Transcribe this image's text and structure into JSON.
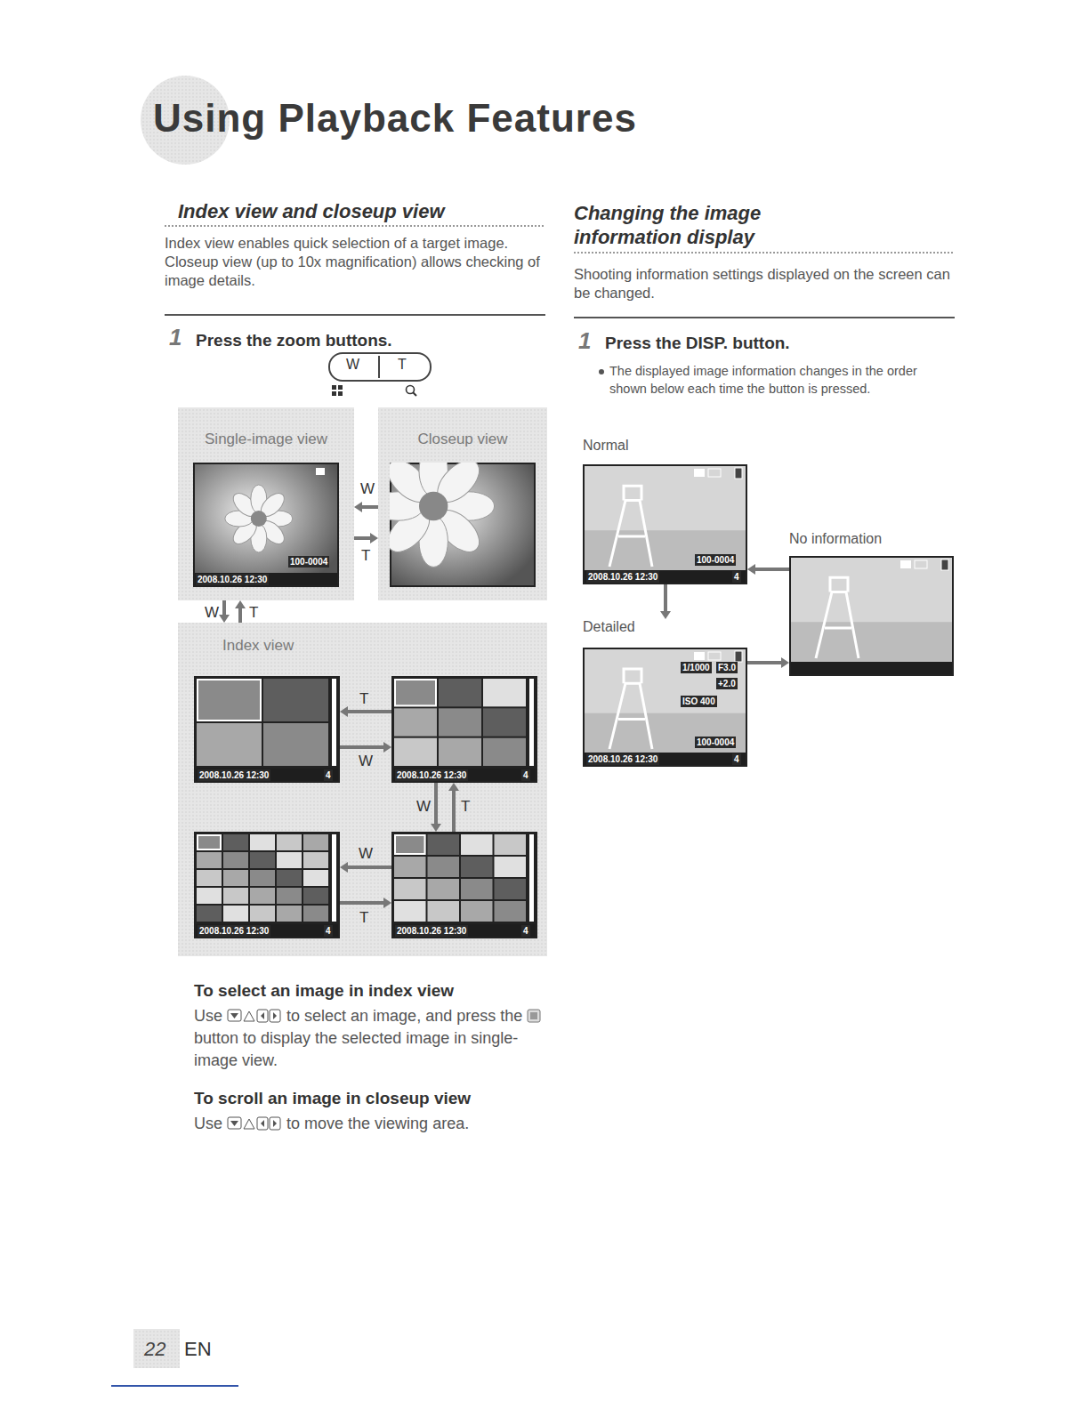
{
  "diagram": {
    "title": "Using Playback Features",
    "nodes": [
      {
        "text": [
          "Single-image view",
          "2008.10.26 12:30",
          "100-0004"
        ]
      },
      {
        "text": [
          "Closeup view"
        ]
      },
      {
        "text": [
          "Index view"
        ]
      },
      {
        "text": [
          "2008.10.26 12:30",
          "4"
        ],
        "in": 2
      },
      {
        "text": [
          "2008.10.26 12:30",
          "4"
        ],
        "in": 2
      },
      {
        "text": [
          "2008.10.26 12:30",
          "4"
        ],
        "in": 2
      },
      {
        "text": [
          "2008.10.26 12:30",
          "4"
        ],
        "in": 2
      },
      {
        "text": [
          "Normal",
          "2008.10.26 12:30",
          "100-0004",
          "4"
        ]
      },
      {
        "text": [
          "Detailed",
          "1/1000",
          "F3.0",
          "+2.0",
          "ISO 400",
          "100-0004",
          "2008.10.26 12:30",
          "4"
        ]
      },
      {
        "text": [
          "No information"
        ]
      }
    ],
    "edges": [
      {
        "from": 1,
        "to": 0,
        "label": "W",
        "arrow": "to"
      },
      {
        "from": 0,
        "to": 1,
        "label": "T",
        "arrow": "to"
      },
      {
        "from": 0,
        "to": 2,
        "label": "W",
        "arrow": "to"
      },
      {
        "from": 2,
        "to": 0,
        "label": "T",
        "arrow": "to"
      },
      {
        "from": 4,
        "to": 3,
        "label": "T",
        "arrow": "to"
      },
      {
        "from": 3,
        "to": 4,
        "label": "W",
        "arrow": "to"
      },
      {
        "from": 4,
        "to": 6,
        "label": "W",
        "arrow": "to"
      },
      {
        "from": 6,
        "to": 4,
        "label": "T",
        "arrow": "to"
      },
      {
        "from": 6,
        "to": 5,
        "label": "W",
        "arrow": "to"
      },
      {
        "from": 5,
        "to": 6,
        "label": "T",
        "arrow": "to"
      },
      {
        "from": 7,
        "to": 8,
        "arrow": "to"
      },
      {
        "from": 8,
        "to": 9,
        "arrow": "to"
      },
      {
        "from": 9,
        "to": 7,
        "arrow": "to"
      }
    ],
    "labels": [
      "Index view and closeup view",
      "Index view enables quick selection of a target image. Closeup view (up to 10x magnification) allows checking of image details.",
      "1",
      "Press the zoom buttons.",
      "W",
      "T",
      "To select an image in index view",
      "Use",
      "to select an image, and press the",
      "button to display the selected image in single-image view.",
      "To scroll an image in closeup view",
      "Use",
      "to move the viewing area.",
      "Changing the image information display",
      "Shooting information settings displayed on the screen can be changed.",
      "1",
      "Press the DISP. button.",
      "The displayed image information changes in the order shown below each time the button is pressed.",
      "22",
      "EN"
    ]
  }
}
